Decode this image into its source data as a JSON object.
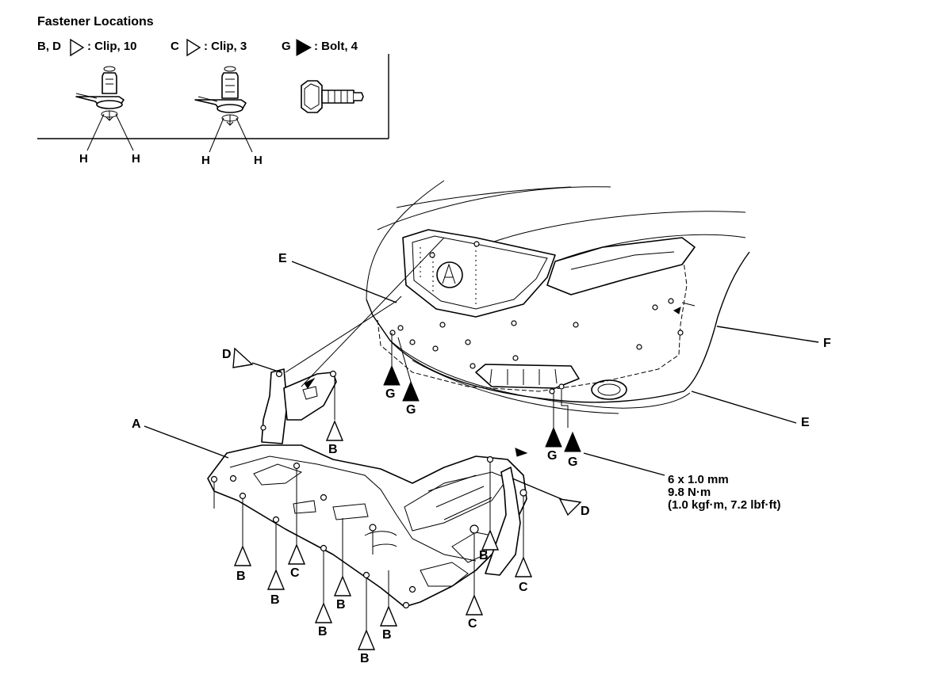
{
  "legend": {
    "title": "Fastener Locations",
    "items": [
      {
        "code": "B, D",
        "text": ": Clip, 10"
      },
      {
        "code": "C",
        "text": ": Clip, 3"
      },
      {
        "code": "G",
        "text": ": Bolt, 4"
      }
    ],
    "h_label": "H"
  },
  "labels": {
    "A": "A",
    "B": "B",
    "C": "C",
    "D": "D",
    "E": "E",
    "F": "F",
    "G": "G"
  },
  "torque": {
    "size": "6 x 1.0 mm",
    "nm": "9.8 N·m",
    "alt": "(1.0 kgf·m, 7.2 lbf·ft)"
  }
}
